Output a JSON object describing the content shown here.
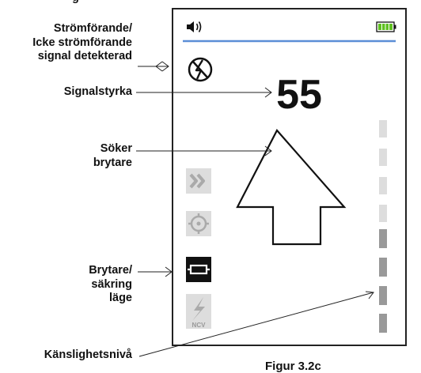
{
  "figure": {
    "top_fragment": "g",
    "caption": "Figur 3.2c"
  },
  "callouts": {
    "live_signal_line1": "Strömförande/",
    "live_signal_line2": "Icke strömförande",
    "live_signal_line3": "signal detekterad",
    "signal_strength": "Signalstyrka",
    "searching_line1": "Söker",
    "searching_line2": "brytare",
    "breaker_line1": "Brytare/",
    "breaker_line2": "säkring",
    "breaker_line3": "läge",
    "sensitivity": "Känslighetsnivå"
  },
  "display": {
    "signal_value": "55",
    "mode_icons": [
      "chevrons-right-icon",
      "crosshair-icon",
      "fuse-icon",
      "ncv-lightning-icon"
    ],
    "active_mode": "fuse-icon",
    "ncv_label": "NCV",
    "sensitivity_total_segments": 8,
    "sensitivity_active_segments": 4,
    "colors": {
      "divider": "#5b8ed6",
      "battery": "#5fc020",
      "inactive_icon_bg": "#dddddd",
      "inactive_icon_fg": "#aaaaaa",
      "active_icon_bg": "#111111",
      "segment_light": "#dddddd",
      "segment_dark": "#999999"
    }
  }
}
